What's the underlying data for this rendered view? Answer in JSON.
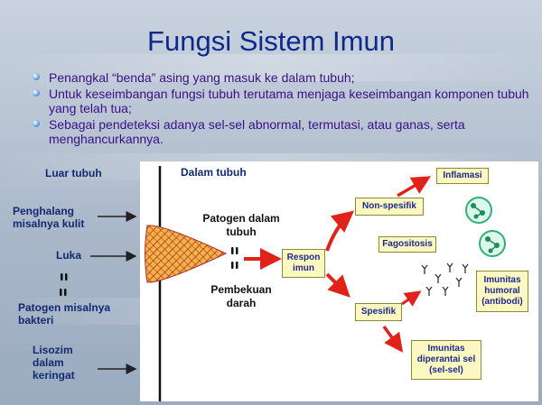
{
  "title": "Fungsi Sistem Imun",
  "bullets": [
    "Penangkal “benda” asing yang masuk ke dalam tubuh;",
    "Untuk keseimbangan fungsi tubuh terutama menjaga keseimbangan komponen tubuh yang telah tua;",
    "Sebagai pendeteksi adanya sel-sel abnormal, termutasi, atau ganas, serta menghancurkannya."
  ],
  "left_labels": {
    "outside": "Luar tubuh",
    "barrier": "Penghalang misalnya kulit",
    "wound": "Luka",
    "pathogen": "Patogen misalnya bakteri",
    "lysozyme": "Lisozim dalam keringat"
  },
  "panel": {
    "inside": "Dalam tubuh",
    "pathogen_inside": "Patogen dalam tubuh",
    "clotting": "Pembekuan darah"
  },
  "boxes": {
    "response": "Respon imun",
    "nonspecific": "Non-spesifik",
    "inflammation": "Inflamasi",
    "phagocytosis": "Fagositosis",
    "specific": "Spesifik",
    "humoral": "Imunitas humoral (antibodi)",
    "cellular": "Imunitas diperantai sel (sel-sel)"
  },
  "colors": {
    "title": "#0d2a8a",
    "bullet_text": "#3a0f86",
    "label_text": "#112a70",
    "box_fill": "#fdf7c2",
    "arrow_red": "#e0221a",
    "cell_green": "#2fb07a"
  }
}
